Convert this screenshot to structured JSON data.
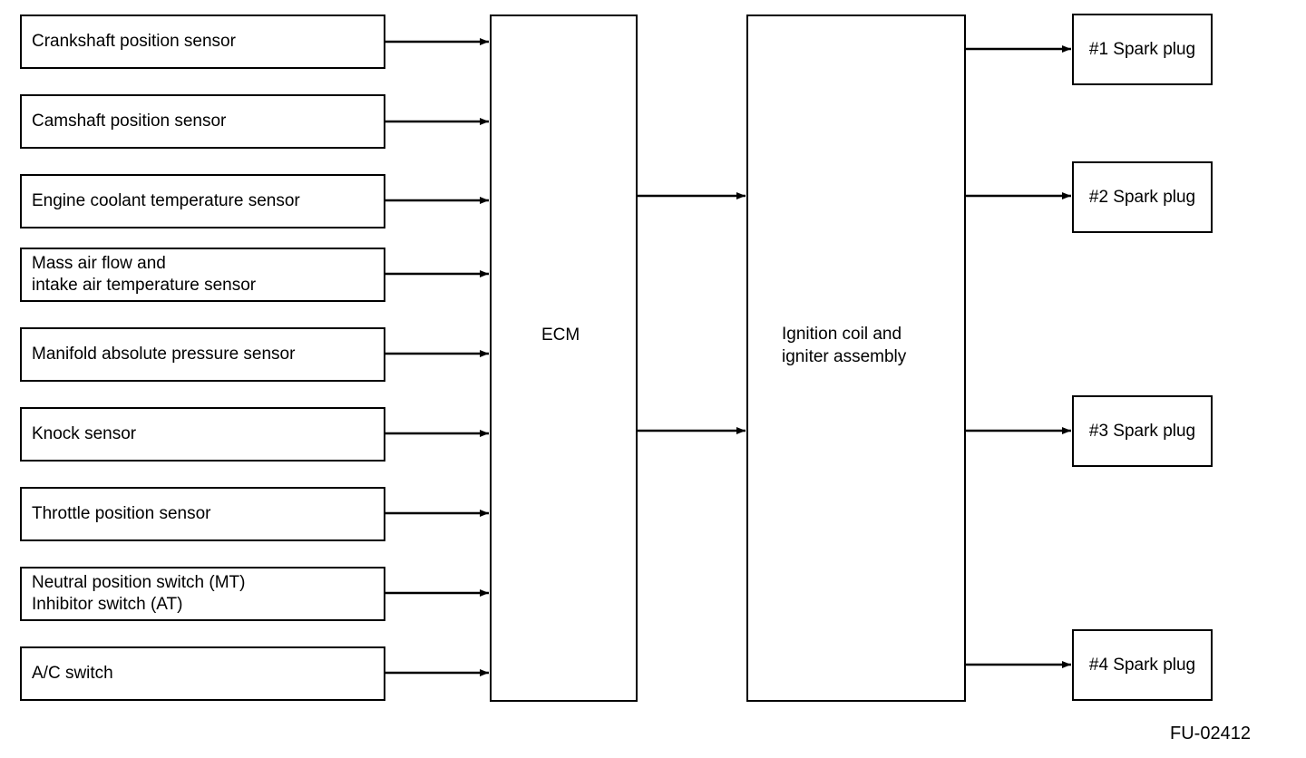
{
  "inputs": [
    {
      "label": "Crankshaft position sensor"
    },
    {
      "label": "Camshaft position sensor"
    },
    {
      "label": "Engine coolant temperature sensor"
    },
    {
      "label": "Mass air flow and\nintake air temperature sensor"
    },
    {
      "label": "Manifold absolute pressure sensor"
    },
    {
      "label": "Knock sensor"
    },
    {
      "label": "Throttle position sensor"
    },
    {
      "label": "Neutral position switch (MT)\nInhibitor switch (AT)"
    },
    {
      "label": "A/C switch"
    }
  ],
  "ecm": {
    "label": "ECM"
  },
  "ignition": {
    "label": "Ignition coil and\nigniter assembly"
  },
  "outputs": [
    {
      "label": "#1 Spark plug"
    },
    {
      "label": "#2 Spark plug"
    },
    {
      "label": "#3 Spark plug"
    },
    {
      "label": "#4 Spark plug"
    }
  ],
  "figure_code": "FU-02412",
  "colors": {
    "line": "#000000",
    "background": "#ffffff"
  }
}
